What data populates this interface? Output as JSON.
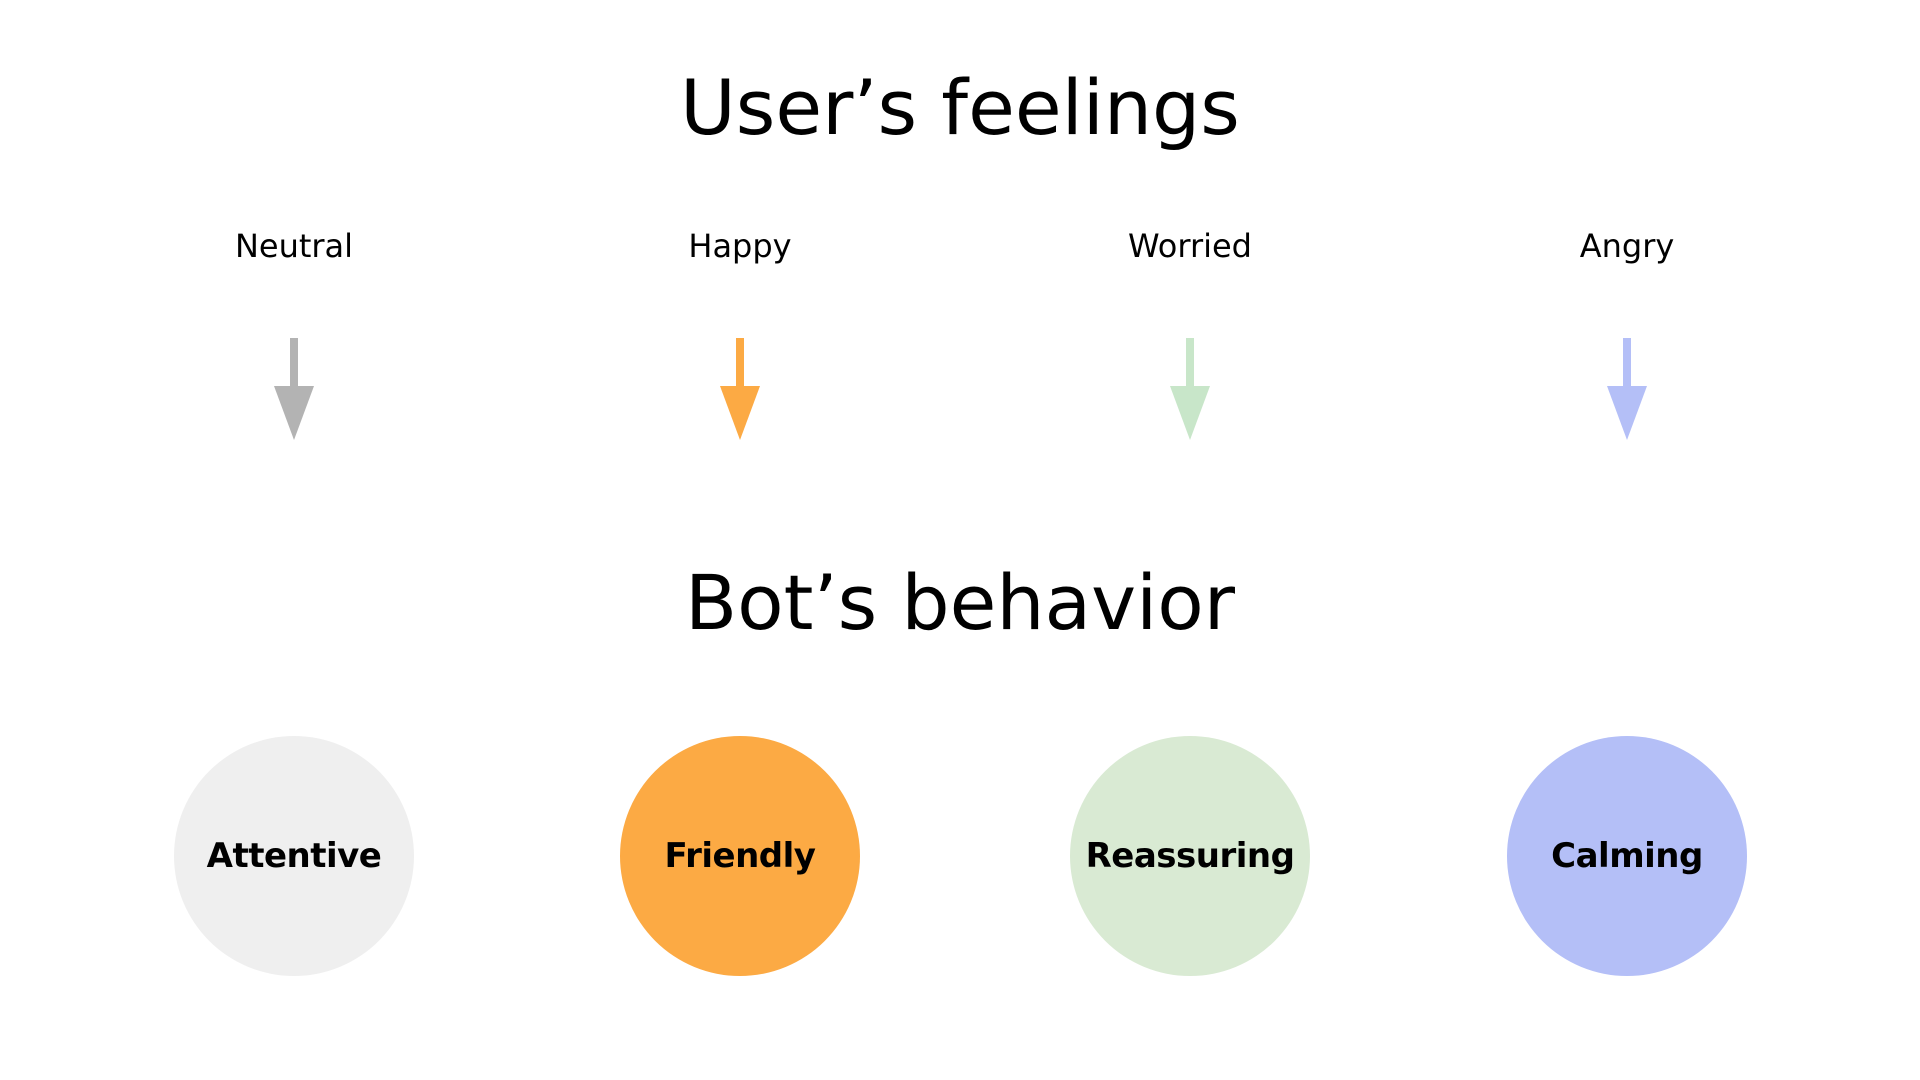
{
  "headings": {
    "feelings": "User’s feelings",
    "behavior": "Bot’s behavior"
  },
  "mappings": [
    {
      "feeling": "Neutral",
      "behavior": "Attentive",
      "arrow_color": "#b3b3b3",
      "circle_color": "#efefef"
    },
    {
      "feeling": "Happy",
      "behavior": "Friendly",
      "arrow_color": "#fcaa44",
      "circle_color": "#fcaa44"
    },
    {
      "feeling": "Worried",
      "behavior": "Reassuring",
      "arrow_color": "#c8e6c9",
      "circle_color": "#d9ead3"
    },
    {
      "feeling": "Angry",
      "behavior": "Calming",
      "arrow_color": "#b4bff7",
      "circle_color": "#b4bff7"
    }
  ]
}
